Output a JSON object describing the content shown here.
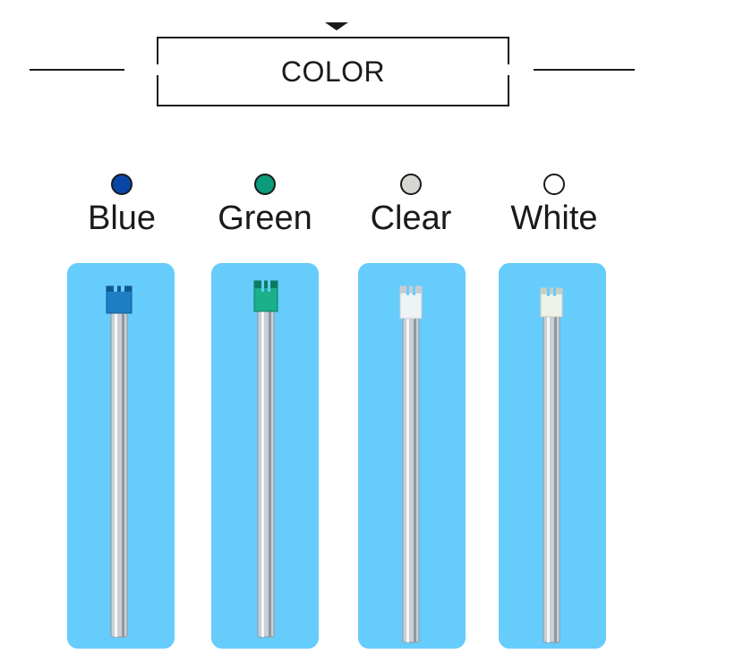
{
  "header": {
    "title": "COLOR"
  },
  "swatches": [
    {
      "label": "Blue",
      "dot_color": "#0a46a8",
      "tip_color": "#1f7fc4",
      "tip_dark": "#0d5a93"
    },
    {
      "label": "Green",
      "dot_color": "#0c9a7c",
      "tip_color": "#19b08a",
      "tip_dark": "#0b7d62"
    },
    {
      "label": "Clear",
      "dot_color": "#d7d7d2",
      "tip_color": "#eef3f5",
      "tip_dark": "#c6cdd2"
    },
    {
      "label": "White",
      "dot_color": "#ffffff",
      "tip_color": "#eef2e8",
      "tip_dark": "#c8d0c2"
    }
  ],
  "colors": {
    "card_bg": "#66ccfc",
    "line": "#1a1a1a"
  },
  "icons": {
    "header_marker": "triangle-down-icon"
  }
}
